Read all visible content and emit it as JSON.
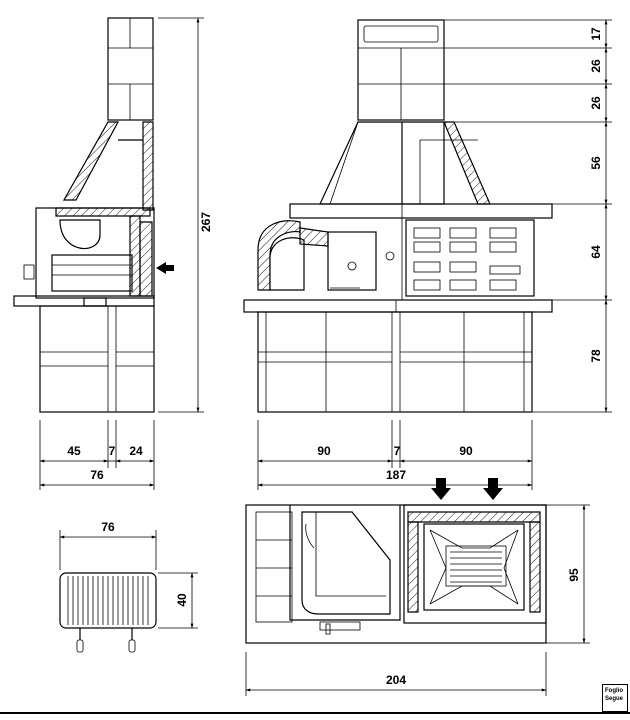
{
  "dimensions": {
    "side_height_total": "267",
    "side_depth_left": "45",
    "side_depth_mid": "7",
    "side_depth_right": "24",
    "side_depth_total": "76",
    "front_width_left": "90",
    "front_width_mid": "7",
    "front_width_right": "90",
    "front_width_total": "187",
    "right_seg_1": "17",
    "right_seg_2": "26",
    "right_seg_3": "26",
    "right_seg_4": "56",
    "right_seg_5": "64",
    "right_seg_6": "78",
    "plan_width": "204",
    "plan_depth": "95",
    "grille_width": "76",
    "grille_height": "40"
  },
  "sheet_tag": {
    "line1": "Foglio",
    "line2": "Segue"
  }
}
